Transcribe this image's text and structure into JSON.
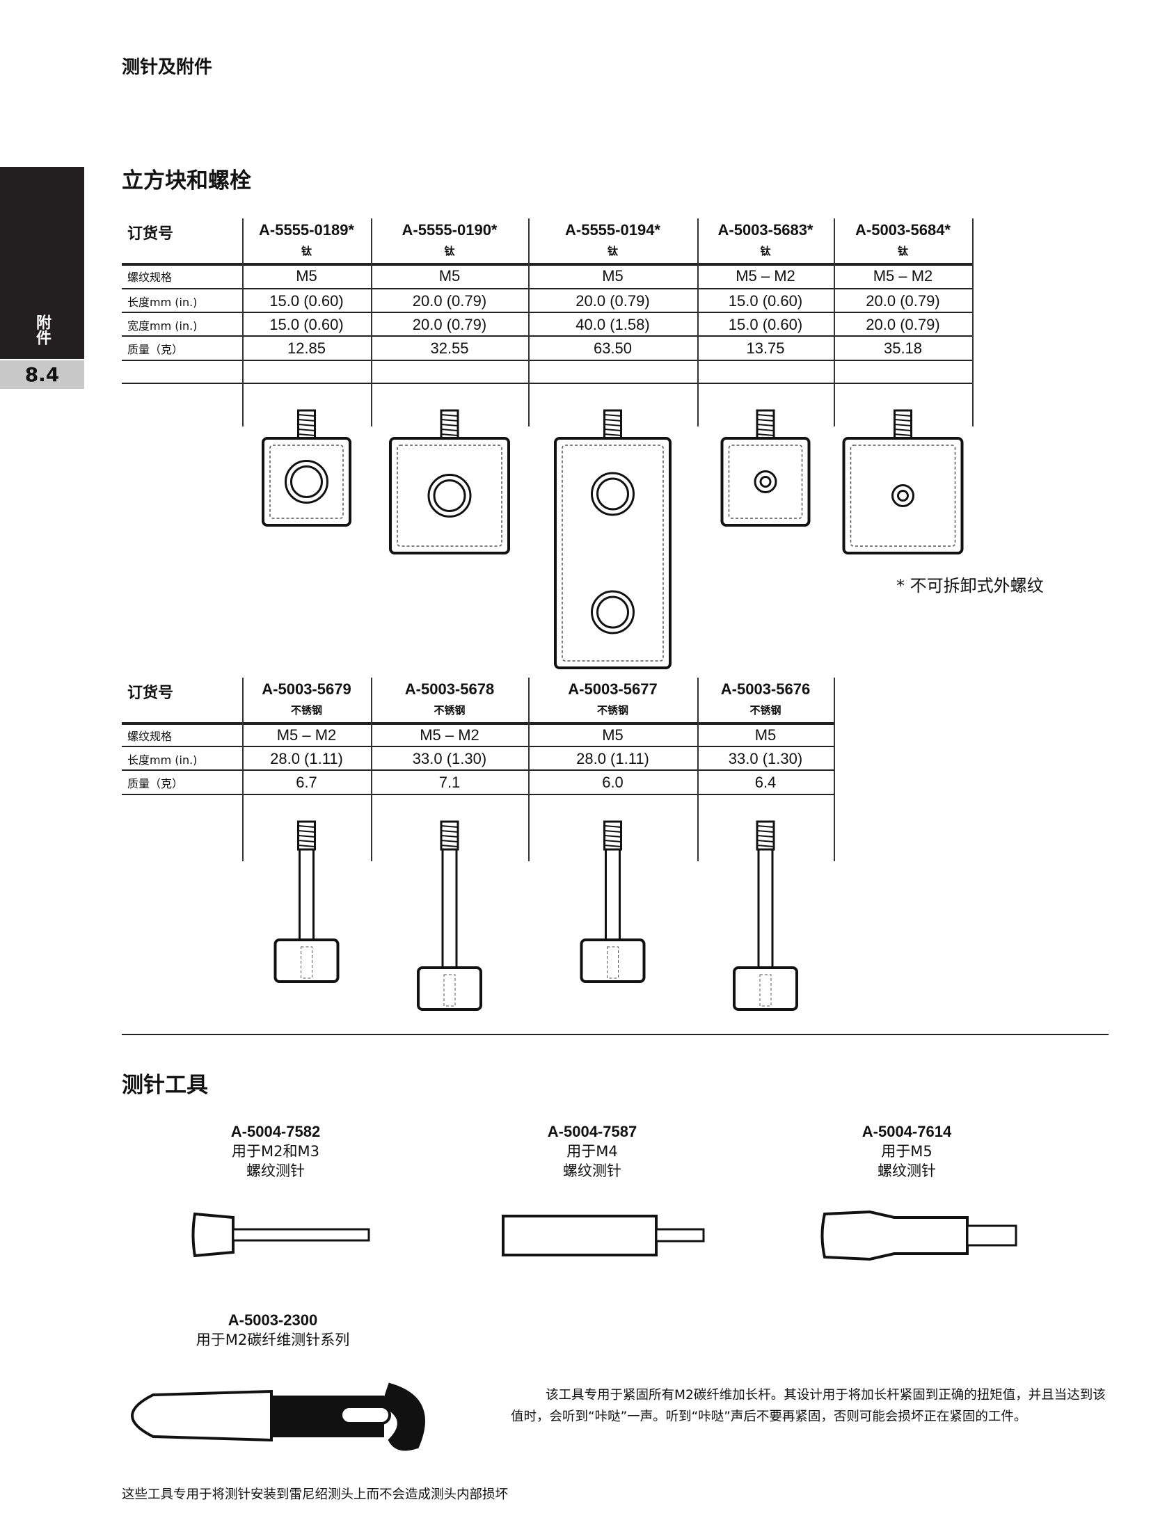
{
  "header": {
    "section": "测针及附件"
  },
  "sidebar": {
    "label": "附件",
    "number": "8.4"
  },
  "cubes": {
    "title": "立方块和螺栓",
    "row_labels": {
      "order": "订货号",
      "thread": "螺纹规格",
      "length": "长度mm (in.)",
      "width": "宽度mm (in.)",
      "mass": "质量（克）"
    },
    "columns": [
      {
        "part": "A-5555-0189*",
        "material": "钛",
        "thread": "M5",
        "length": "15.0 (0.60)",
        "width": "15.0 (0.60)",
        "mass": "12.85"
      },
      {
        "part": "A-5555-0190*",
        "material": "钛",
        "thread": "M5",
        "length": "20.0 (0.79)",
        "width": "20.0 (0.79)",
        "mass": "32.55"
      },
      {
        "part": "A-5555-0194*",
        "material": "钛",
        "thread": "M5",
        "length": "20.0 (0.79)",
        "width": "40.0 (1.58)",
        "mass": "63.50"
      },
      {
        "part": "A-5003-5683*",
        "material": "钛",
        "thread": "M5 – M2",
        "length": "15.0 (0.60)",
        "width": "15.0 (0.60)",
        "mass": "13.75"
      },
      {
        "part": "A-5003-5684*",
        "material": "钛",
        "thread": "M5 – M2",
        "length": "20.0 (0.79)",
        "width": "20.0 (0.79)",
        "mass": "35.18"
      }
    ],
    "footnote": "* 不可拆卸式外螺纹"
  },
  "bolts": {
    "row_labels": {
      "order": "订货号",
      "thread": "螺纹规格",
      "length": "长度mm (in.)",
      "mass": "质量（克）"
    },
    "columns": [
      {
        "part": "A-5003-5679",
        "material": "不锈钢",
        "thread": "M5 – M2",
        "length": "28.0 (1.11)",
        "mass": "6.7"
      },
      {
        "part": "A-5003-5678",
        "material": "不锈钢",
        "thread": "M5 – M2",
        "length": "33.0 (1.30)",
        "mass": "7.1"
      },
      {
        "part": "A-5003-5677",
        "material": "不锈钢",
        "thread": "M5",
        "length": "28.0 (1.11)",
        "mass": "6.0"
      },
      {
        "part": "A-5003-5676",
        "material": "不锈钢",
        "thread": "M5",
        "length": "33.0 (1.30)",
        "mass": "6.4"
      }
    ]
  },
  "tools": {
    "title": "测针工具",
    "items": [
      {
        "part": "A-5004-7582",
        "line1": "用于M2和M3",
        "line2": "螺纹测针"
      },
      {
        "part": "A-5004-7587",
        "line1": "用于M4",
        "line2": "螺纹测针"
      },
      {
        "part": "A-5004-7614",
        "line1": "用于M5",
        "line2": "螺纹测针"
      }
    ],
    "torque": {
      "part": "A-5003-2300",
      "desc": "用于M2碳纤维测针系列"
    },
    "paragraph": "该工具专用于紧固所有M2碳纤维加长杆。其设计用于将加长杆紧固到正确的扭矩值，并且当达到该值时，会听到“咔哒”一声。听到“咔哒”声后不要再紧固，否则可能会损坏正在紧固的工件。",
    "footer": "这些工具专用于将测针安装到雷尼绍测头上而不会造成测头内部损坏"
  }
}
